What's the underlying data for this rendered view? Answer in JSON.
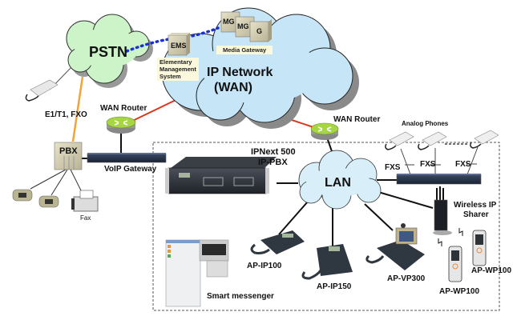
{
  "clouds": {
    "pstn": "PSTN",
    "ip_network_line1": "IP Network",
    "ip_network_line2": "(WAN)",
    "lan": "LAN"
  },
  "ems": {
    "box_label": "EMS",
    "note_line1": "Elementary",
    "note_line2": "Management",
    "note_line3": "System"
  },
  "media_gateway": {
    "box_labels": [
      "MG",
      "MG",
      "G"
    ],
    "note": "Media Gateway"
  },
  "left": {
    "trunk_label": "E1/T1, FXO",
    "wan_router": "WAN Router",
    "pbx": "PBX",
    "voip_gateway": "VoIP Gateway",
    "fax": "Fax"
  },
  "right": {
    "wan_router": "WAN Router",
    "analog_phones": "Analog Phones",
    "fxs_labels": [
      "FXS",
      "FXS",
      "FXS"
    ],
    "ippbx_line1": "IPNext 500",
    "ippbx_line2": "IP-PBX",
    "wireless_line1": "Wireless IP",
    "wireless_line2": "Sharer",
    "ap_ip100": "AP-IP100",
    "ap_ip150": "AP-IP150",
    "ap_vp300": "AP-VP300",
    "ap_wp100_a": "AP-WP100",
    "ap_wp100_b": "AP-WP100",
    "smart_messenger": "Smart messenger"
  },
  "colors": {
    "pstn_cloud": "#cdf3c8",
    "ip_cloud": "#c6e6f7",
    "lan_cloud": "#d8eef8",
    "trunk_line": "#f3a33a",
    "wan_line": "#d8391c",
    "dotted_link": "#1a2fd6",
    "router_green": "#a6d646"
  }
}
